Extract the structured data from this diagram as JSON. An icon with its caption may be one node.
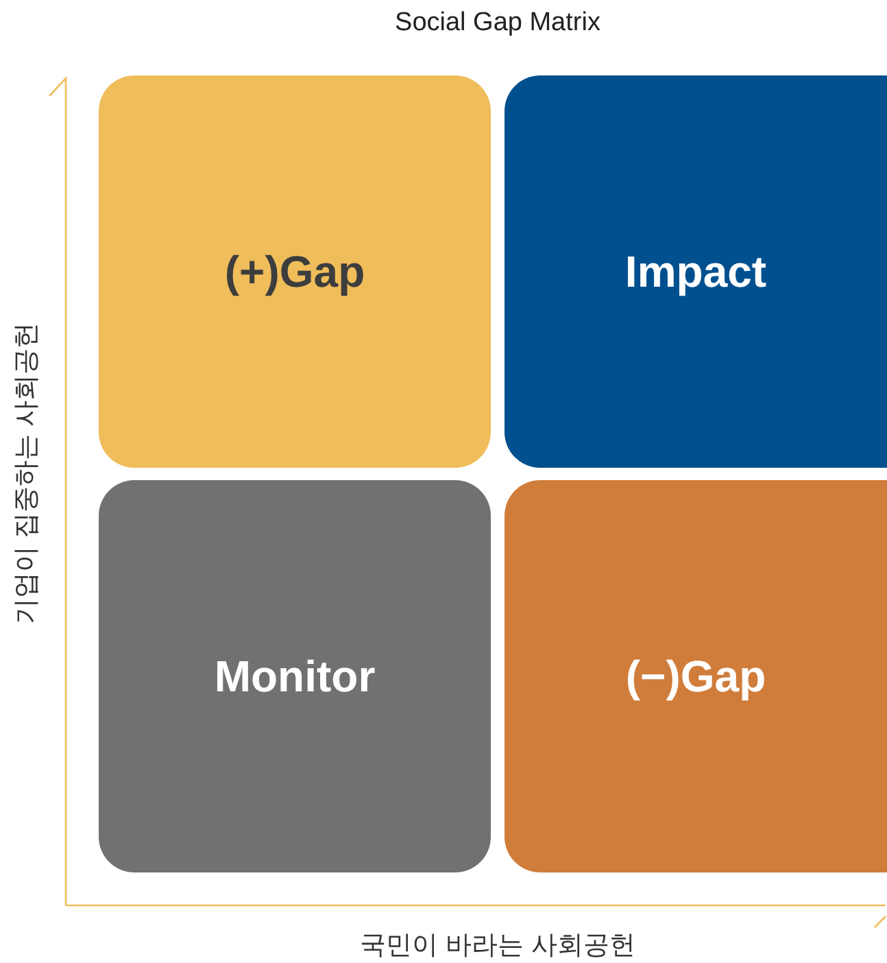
{
  "diagram": {
    "title": "Social Gap Matrix",
    "nodes": [
      {
        "text": [
          "(+)Gap"
        ]
      },
      {
        "text": [
          "Impact"
        ]
      },
      {
        "text": [
          "Monitor"
        ]
      },
      {
        "text": [
          "(−)Gap"
        ]
      }
    ],
    "edges": [],
    "labels": [
      "기업이 집중하는 사회공헌",
      "국민이 바라는 사회공헌"
    ]
  }
}
